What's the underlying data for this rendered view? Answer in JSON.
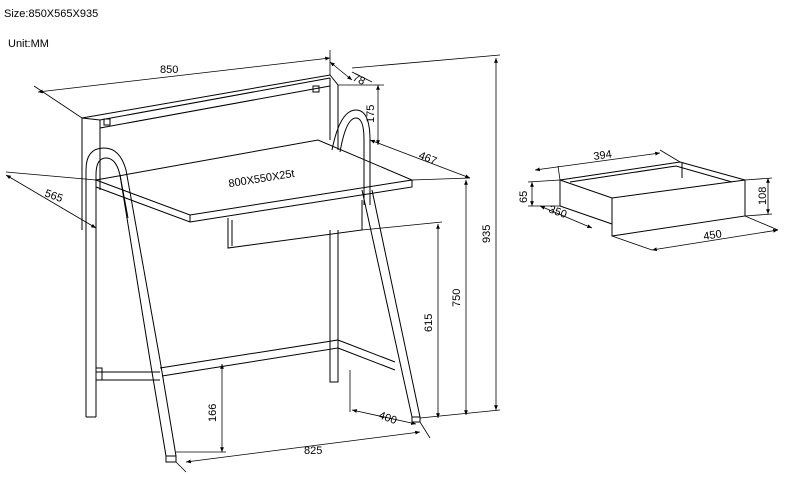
{
  "header": {
    "size_label": "Size:850X565X935",
    "unit_label": "Unit:MM"
  },
  "desk": {
    "top_label": "800X550X25t",
    "dimensions": {
      "width": "850",
      "hutch_depth": "78",
      "hutch_height": "175",
      "side_depth": "467",
      "depth": "565",
      "total_height": "935",
      "top_height": "750",
      "drawer_underside_height": "615",
      "stretcher_height": "166",
      "leg_span": "825",
      "foot_depth": "400"
    }
  },
  "drawer": {
    "dimensions": {
      "inner_width": "394",
      "inner_height": "65",
      "depth": "350",
      "front_height": "108",
      "front_width": "450"
    }
  }
}
